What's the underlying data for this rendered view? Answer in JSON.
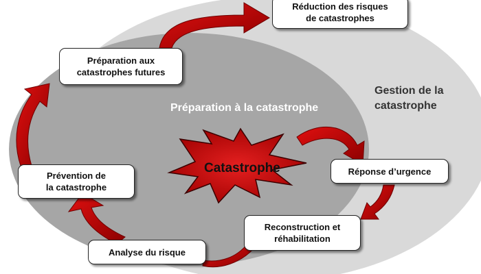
{
  "diagram": {
    "outer_region_label": "Gestion de la\ncatastrophe",
    "inner_region_label": "Préparation à la catastrophe",
    "center_label": "Catastrophe",
    "nodes": [
      {
        "id": "reduction",
        "label": "Réduction des risques\nde catastrophes"
      },
      {
        "id": "preparation",
        "label": "Préparation aux\ncatastrophes futures"
      },
      {
        "id": "prevention",
        "label": "Prévention de\nla catastrophe"
      },
      {
        "id": "analyse",
        "label": "Analyse du risque"
      },
      {
        "id": "reconstruction",
        "label": "Reconstruction et\nréhabilitation"
      },
      {
        "id": "reponse",
        "label": "Réponse d’urgence"
      }
    ],
    "colors": {
      "outer_ellipse": "#d9d9d9",
      "inner_ellipse": "#a6a6a6",
      "arrow": "#c00000",
      "arrow_dark": "#7a0000",
      "burst": "#c00000"
    }
  }
}
